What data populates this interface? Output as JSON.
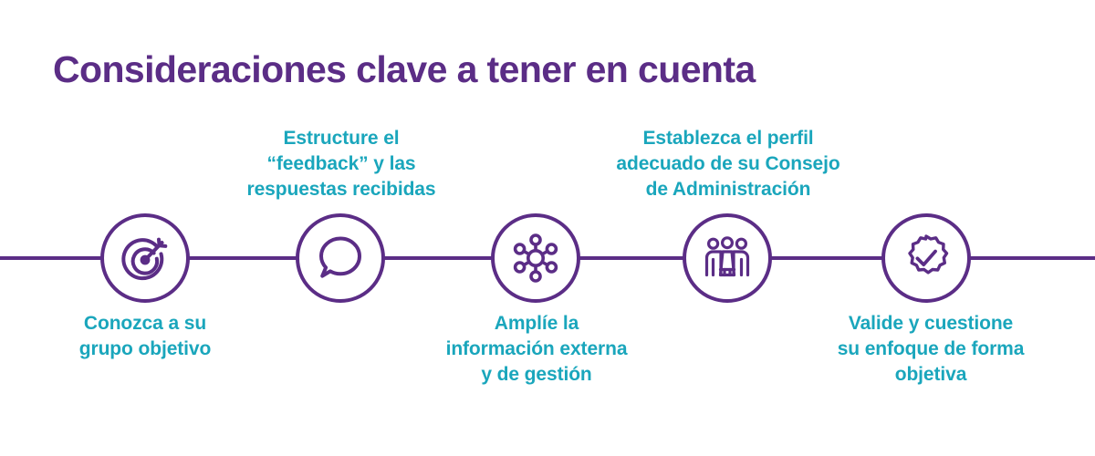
{
  "title": "Consideraciones clave a tener en cuenta",
  "colors": {
    "purple": "#5B2D86",
    "teal": "#1AA6BC",
    "background": "#FFFFFF"
  },
  "timeline": {
    "orientation": "horizontal",
    "steps": [
      {
        "id": "step-1",
        "icon": "target-arrow-icon",
        "caption_position": "below",
        "caption_lines": [
          "Conozca a su",
          "grupo objetivo"
        ],
        "caption": "Conozca a su grupo objetivo"
      },
      {
        "id": "step-2",
        "icon": "speech-bubble-icon",
        "caption_position": "above",
        "caption_lines": [
          "Estructure el",
          "“feedback” y las",
          "respuestas recibidas"
        ],
        "caption": "Estructure el “feedback” y las respuestas recibidas"
      },
      {
        "id": "step-3",
        "icon": "network-hub-icon",
        "caption_position": "below",
        "caption_lines": [
          "Amplíe la",
          "información externa",
          "y de gestión"
        ],
        "caption": "Amplíe la información externa y de gestión"
      },
      {
        "id": "step-4",
        "icon": "people-group-icon",
        "caption_position": "above",
        "caption_lines": [
          "Establezca el perfil",
          "adecuado de su Consejo",
          "de Administración"
        ],
        "caption": "Establezca el perfil adecuado de su Consejo de Administración"
      },
      {
        "id": "step-5",
        "icon": "verified-check-badge-icon",
        "caption_position": "below",
        "caption_lines": [
          "Valide y cuestione",
          "su enfoque de forma",
          "objetiva"
        ],
        "caption": "Valide y cuestione su enfoque de forma objetiva"
      }
    ]
  }
}
